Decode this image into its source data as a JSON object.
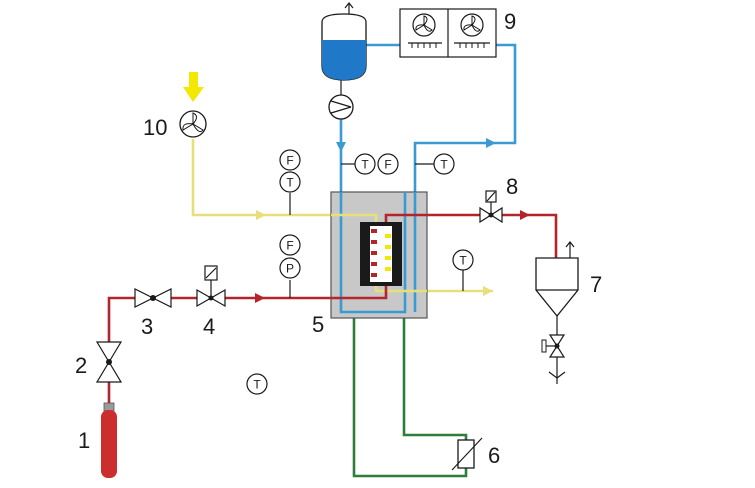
{
  "numbers": {
    "n1": "1",
    "n2": "2",
    "n3": "3",
    "n4": "4",
    "n5": "5",
    "n6": "6",
    "n7": "7",
    "n8": "8",
    "n9": "9",
    "n10": "10"
  },
  "instruments": {
    "f_top": "F",
    "t_top": "T",
    "f_mid": "F",
    "p_mid": "P",
    "t_cool_1": "T",
    "f_cool": "F",
    "t_cool_2": "T",
    "t_sep": "T",
    "t_lone": "T"
  },
  "colors": {
    "gas": "#b3242b",
    "air": "#e7df7a",
    "air_arrow": "#f2e800",
    "coolant": "#3a9bd2",
    "ground": "#2f7d3a",
    "reactor_fill": "#c8c8c8",
    "tank_liquid": "#1f78c8",
    "cylinder": "#cc2d2d"
  },
  "icons": [
    "gas-cylinder-icon",
    "valve-icon",
    "solenoid-valve-icon",
    "reactor-icon",
    "heater-icon",
    "separator-icon",
    "cooler-fan-icon",
    "blower-icon",
    "pump-icon",
    "tank-icon",
    "vent-arrow-icon"
  ]
}
